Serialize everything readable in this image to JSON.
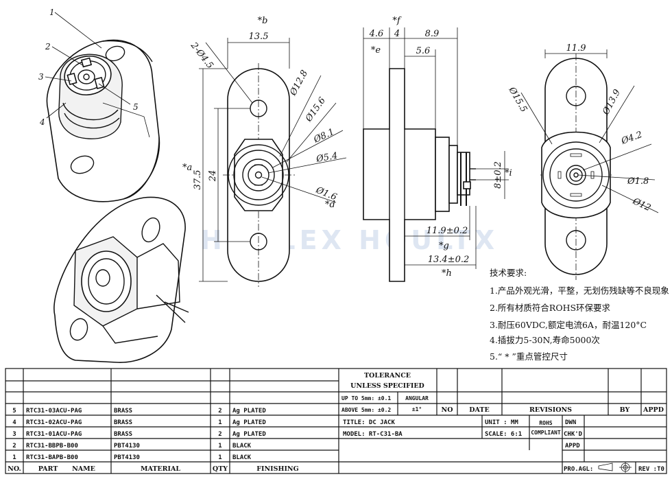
{
  "watermark": "HOOLEX HOULTX",
  "callouts": [
    "1",
    "2",
    "3",
    "4",
    "5"
  ],
  "front_view": {
    "b_label": "*b",
    "width": "13.5",
    "hole": "2-Ø4.5",
    "d128": "Ø12.8",
    "d156": "Ø15.6",
    "d81": "Ø8.1",
    "d54": "Ø5.4",
    "d16": "Ø1.6",
    "d_label": "*d",
    "a_label": "*a",
    "len375": "37.5",
    "len24": "24"
  },
  "side_view": {
    "f_label": "*f",
    "e_label": "*e",
    "d46": "4.6",
    "d4": "4",
    "d89": "8.9",
    "d56": "5.6",
    "pin": "8±0.2",
    "i_label": "*i",
    "d119": "11.9±0.2",
    "g_label": "*g",
    "d134": "13.4±0.2",
    "h_label": "*h"
  },
  "rear_view": {
    "w": "11.9",
    "d155": "Ø15.5",
    "d139": "Ø13.9",
    "d42": "Ø4.2",
    "d18": "Ø1.8",
    "d12": "Ø12"
  },
  "requirements": {
    "title": "技术要求:",
    "items": [
      "1.产品外观光滑，平整，无划伤残缺等不良现象",
      "2.所有材质符合ROHS环保要求",
      "3.耐压60VDC,额定电流6A，耐温120°C",
      "4.插拔力5-30N,寿命5000次",
      "5.“ * ”重点管控尺寸"
    ]
  },
  "title_block": {
    "tolerance1": "TOLERANCE",
    "tolerance2": "UNLESS  SPECIFIED",
    "upto": "UP TO 5mm: ±0.1",
    "above": "ABOVE 5mm: ±0.2",
    "angular": "ANGULAR",
    "angular_val": "±1°",
    "no": "NO",
    "date": "DATE",
    "revisions": "REVISIONS",
    "by": "BY",
    "appd": "APPD",
    "title": "TITLE: DC JACK",
    "model": "MODEL: RT-C31-BA",
    "unit": "UNIT : MM",
    "scale": "SCALE: 6:1",
    "rohs1": "ROHS",
    "rohs2": "COMPLIANT",
    "dwn": "DWN",
    "chkd": "CHK'D",
    "appd2": "APPD",
    "proagl": "PRO.AGL:",
    "rev": "REV :T0"
  },
  "bom": {
    "headers": {
      "no": "NO.",
      "part": "PART",
      "name": "NAME",
      "material": "MATERIAL",
      "qty": "QTY",
      "finishing": "FINISHING"
    },
    "rows": [
      {
        "no": "5",
        "name": "RTC31-03ACU-PAG",
        "material": "BRASS",
        "qty": "2",
        "finish": "Ag PLATED"
      },
      {
        "no": "4",
        "name": "RTC31-02ACU-PAG",
        "material": "BRASS",
        "qty": "1",
        "finish": "Ag PLATED"
      },
      {
        "no": "3",
        "name": "RTC31-01ACU-PAG",
        "material": "BRASS",
        "qty": "2",
        "finish": "Ag PLATED"
      },
      {
        "no": "2",
        "name": "RTC31-BBPB-B00",
        "material": "PBT4130",
        "qty": "1",
        "finish": "BLACK"
      },
      {
        "no": "1",
        "name": "RTC31-BAPB-B00",
        "material": "PBT4130",
        "qty": "1",
        "finish": "BLACK"
      }
    ]
  }
}
